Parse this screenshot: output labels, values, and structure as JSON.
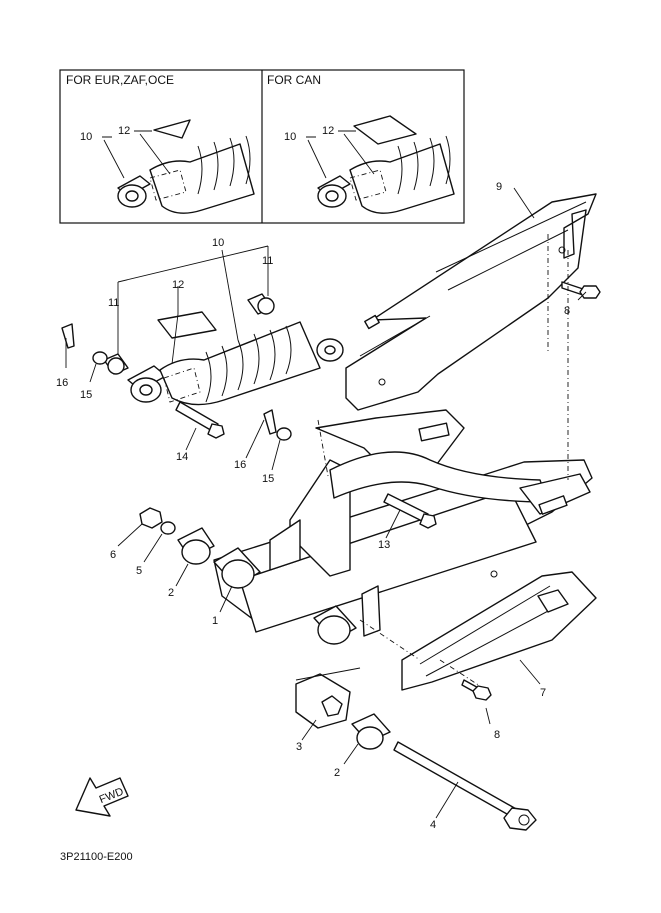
{
  "insets": [
    {
      "title": "FOR EUR,ZAF,OCE",
      "labels": [
        "10",
        "12"
      ]
    },
    {
      "title": "FOR CAN",
      "labels": [
        "10",
        "12"
      ]
    }
  ],
  "callouts": [
    {
      "id": "c1",
      "text": "1"
    },
    {
      "id": "c2a",
      "text": "2"
    },
    {
      "id": "c2b",
      "text": "2"
    },
    {
      "id": "c3",
      "text": "3"
    },
    {
      "id": "c4",
      "text": "4"
    },
    {
      "id": "c5",
      "text": "5"
    },
    {
      "id": "c6",
      "text": "6"
    },
    {
      "id": "c7",
      "text": "7"
    },
    {
      "id": "c8a",
      "text": "8"
    },
    {
      "id": "c8b",
      "text": "8"
    },
    {
      "id": "c9",
      "text": "9"
    },
    {
      "id": "c10",
      "text": "10"
    },
    {
      "id": "c11a",
      "text": "11"
    },
    {
      "id": "c11b",
      "text": "11"
    },
    {
      "id": "c12",
      "text": "12"
    },
    {
      "id": "c13",
      "text": "13"
    },
    {
      "id": "c14",
      "text": "14"
    },
    {
      "id": "c15a",
      "text": "15"
    },
    {
      "id": "c15b",
      "text": "15"
    },
    {
      "id": "c16a",
      "text": "16"
    },
    {
      "id": "c16b",
      "text": "16"
    }
  ],
  "fwd_label": "FWD",
  "drawing_code": "3P21100-E200"
}
